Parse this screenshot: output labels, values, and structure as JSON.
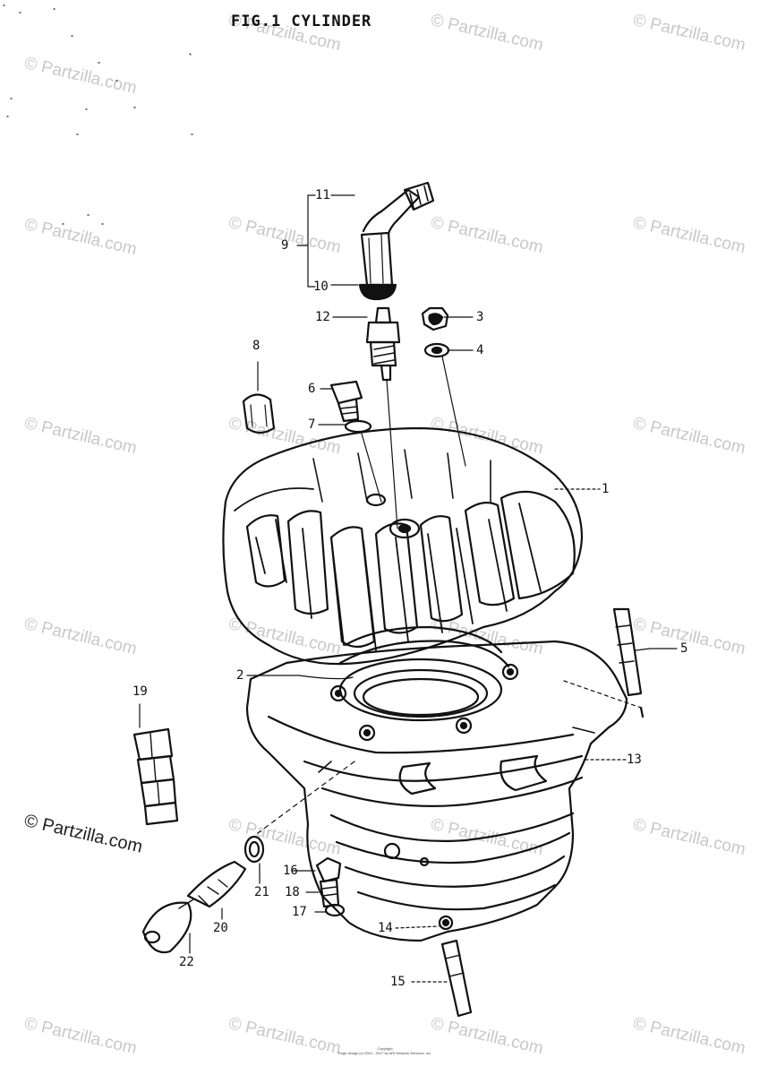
{
  "title": "FIG.1  CYLINDER",
  "watermark": "© Partzilla.com",
  "copyright": {
    "line1": "Copyright",
    "line2": "Page design (c) 2004 - 2017 by ARI Network Services, Inc."
  },
  "callouts": {
    "c1": "1",
    "c2": "2",
    "c3": "3",
    "c4": "4",
    "c5": "5",
    "c6": "6",
    "c7": "7",
    "c8": "8",
    "c9": "9",
    "c10": "10",
    "c11": "11",
    "c12": "12",
    "c13": "13",
    "c14": "14",
    "c15": "15",
    "c16": "16",
    "c17": "17",
    "c18": "18",
    "c19": "19",
    "c20": "20",
    "c21": "21",
    "c22": "22"
  },
  "colors": {
    "ink": "#111111",
    "watermark": "#c8c8c8",
    "paper": "#ffffff"
  }
}
